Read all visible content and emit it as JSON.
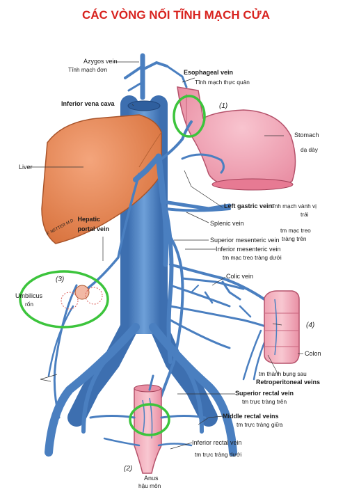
{
  "title": "CÁC VÒNG NỐI TĨNH MẠCH CỬA",
  "labels": {
    "azygos_en": "Azygos vein",
    "azygos_vi": "Tĩnh mạch đơn",
    "esophageal_en": "Esophageal vein",
    "esophageal_vi": "Tĩnh mạch thực quản",
    "ivc_en": "Inferior vena cava",
    "stomach_en": "Stomach",
    "stomach_vi": "dạ dày",
    "liver_en": "Liver",
    "left_gastric_en": "Left gastric vein",
    "left_gastric_vi_1": "tĩnh mạch vành vị",
    "left_gastric_vi_2": "trái",
    "hepatic_portal_1": "Hepatic",
    "hepatic_portal_2": "portal vein",
    "splenic_en": "Splenic vein",
    "sup_mesenteric_vi_1": "tm mạc treo",
    "sup_mesenteric_vi_2": "tràng trên",
    "sup_mesenteric_en": "Superior mesenteric vein",
    "inf_mesenteric_en": "Inferior mesenteric vein",
    "inf_mesenteric_vi": "tm mạc treo tràng dưới",
    "colic_en": "Colic vein",
    "umbilicus_en": "Umbilicus",
    "umbilicus_vi": "rốn",
    "colon_en": "Colon",
    "retroperitoneal_vi": "tm thành bụng sau",
    "retroperitoneal_en": "Retroperitoneal veins",
    "sup_rectal_en": "Superior rectal vein",
    "sup_rectal_vi": "tm trực tràng trên",
    "middle_rectal_en": "Middle rectal veins",
    "middle_rectal_vi": "tm trực tràng giữa",
    "inf_rectal_en": "Inferior rectal vein",
    "inf_rectal_vi": "tm trực tràng dưới",
    "anus_en": "Anus",
    "anus_vi": "hậu môn",
    "num_1": "(1)",
    "num_2": "(2)",
    "num_3": "(3)",
    "num_4": "(4)",
    "signature": "F. NETTER M.D."
  },
  "colors": {
    "title": "#d8231f",
    "vein": "#4a7fc0",
    "vein_dark": "#2f5f9e",
    "liver": "#e98a5c",
    "stomach": "#f2a7b8",
    "highlight_circle": "#3cc43c"
  }
}
